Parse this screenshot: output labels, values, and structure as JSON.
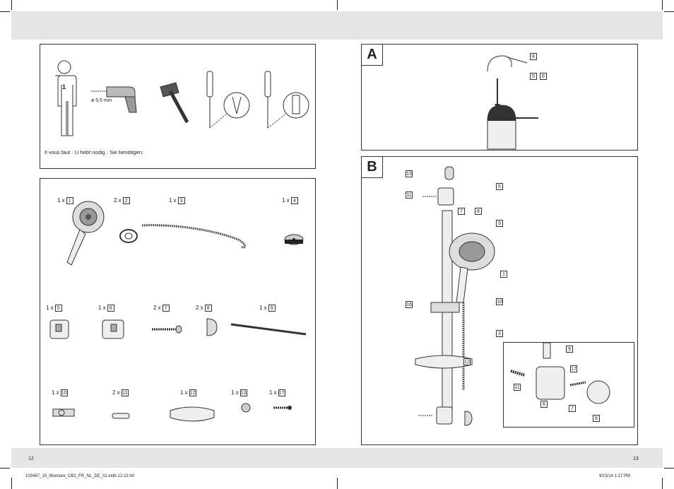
{
  "tools_box": {
    "person_number": "1",
    "drill_label": "ø 5,5 mm",
    "caption": "Il vous faut · U hebt nodig · Sie benötigen:"
  },
  "parts": [
    {
      "count": "1 x",
      "num": "1"
    },
    {
      "count": "2 x",
      "num": "2"
    },
    {
      "count": "1 x",
      "num": "3"
    },
    {
      "count": "1 x",
      "num": "4"
    },
    {
      "count": "1 x",
      "num": "5"
    },
    {
      "count": "1 x",
      "num": "6"
    },
    {
      "count": "2 x",
      "num": "7"
    },
    {
      "count": "2 x",
      "num": "8"
    },
    {
      "count": "1 x",
      "num": "9"
    },
    {
      "count": "1 x",
      "num": "10"
    },
    {
      "count": "2 x",
      "num": "11"
    },
    {
      "count": "1 x",
      "num": "12"
    },
    {
      "count": "1 x",
      "num": "13"
    },
    {
      "count": "1 x",
      "num": "17"
    }
  ],
  "section_a": {
    "letter": "A",
    "labels": [
      "8",
      "5",
      "6"
    ]
  },
  "section_b": {
    "letter": "B",
    "labels": [
      "13",
      "11",
      "5",
      "7",
      "8",
      "9",
      "1",
      "16",
      "10",
      "3",
      "12"
    ],
    "detail_labels": [
      "9",
      "17",
      "11",
      "6",
      "7",
      "8"
    ]
  },
  "page_numbers": {
    "left": "12",
    "right": "13"
  },
  "footer": {
    "file": "103467_15_Miomare_CB2_FR_NL_DE_02.indb 12-13 b0",
    "date": "9/15/14 1:17 PM"
  }
}
